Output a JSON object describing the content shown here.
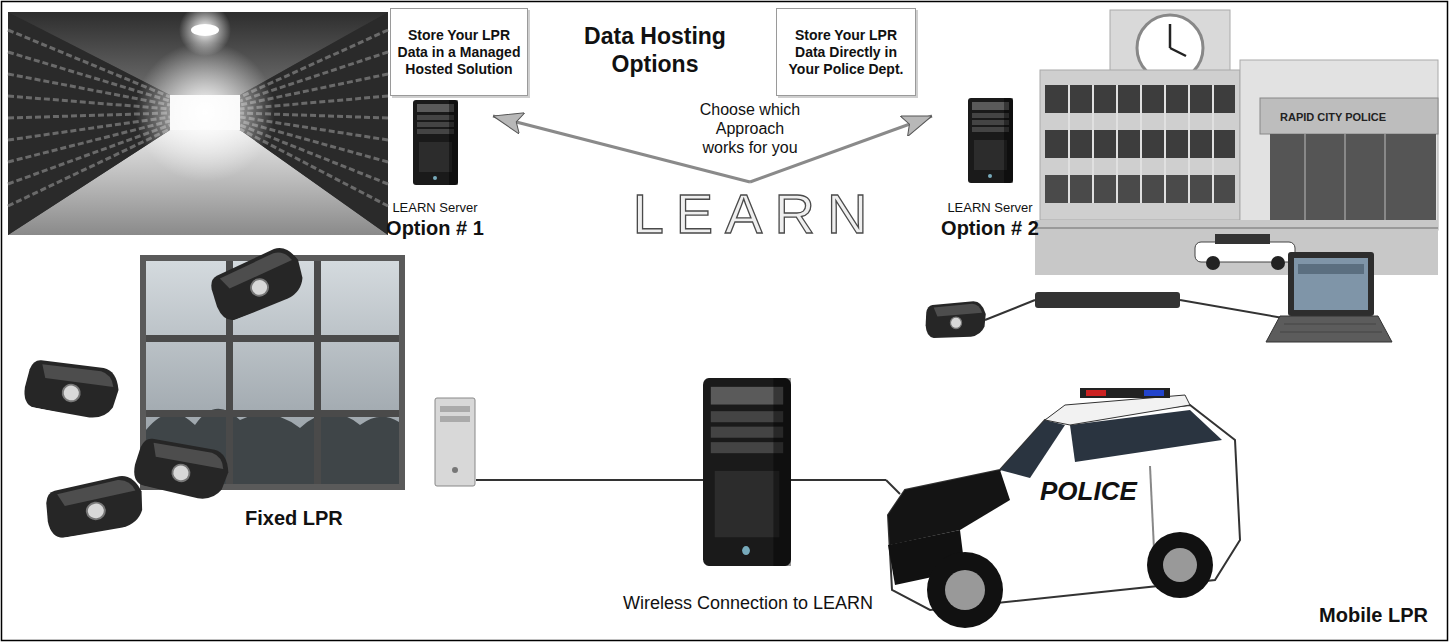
{
  "diagram": {
    "title": "Data Hosting Options",
    "nodes": [
      {
        "text": [
          "Store Your LPR Data in a Managed Hosted Solution"
        ]
      },
      {
        "text": [
          "Store Your LPR Data Directly in Your Police Dept."
        ]
      },
      {
        "text": [
          "LEARN Server",
          "Option # 1"
        ]
      },
      {
        "text": [
          "LEARN Server",
          "Option # 2"
        ]
      },
      {
        "text": [
          "LEARN"
        ]
      },
      {
        "text": [
          "Fixed LPR"
        ]
      },
      {
        "text": [
          "Wireless Connection to LEARN"
        ]
      },
      {
        "text": [
          "Mobile LPR"
        ]
      }
    ],
    "edges": [
      {
        "from": 4,
        "to": 2,
        "arrow": "to"
      },
      {
        "from": 4,
        "to": 3,
        "arrow": "to"
      },
      {
        "from": 5,
        "to": 6,
        "arrow": "none"
      },
      {
        "from": 6,
        "to": 7,
        "arrow": "none"
      }
    ],
    "labels": [
      "Choose which Approach works for you",
      "RAPID CITY POLICE",
      "POLICE"
    ]
  }
}
